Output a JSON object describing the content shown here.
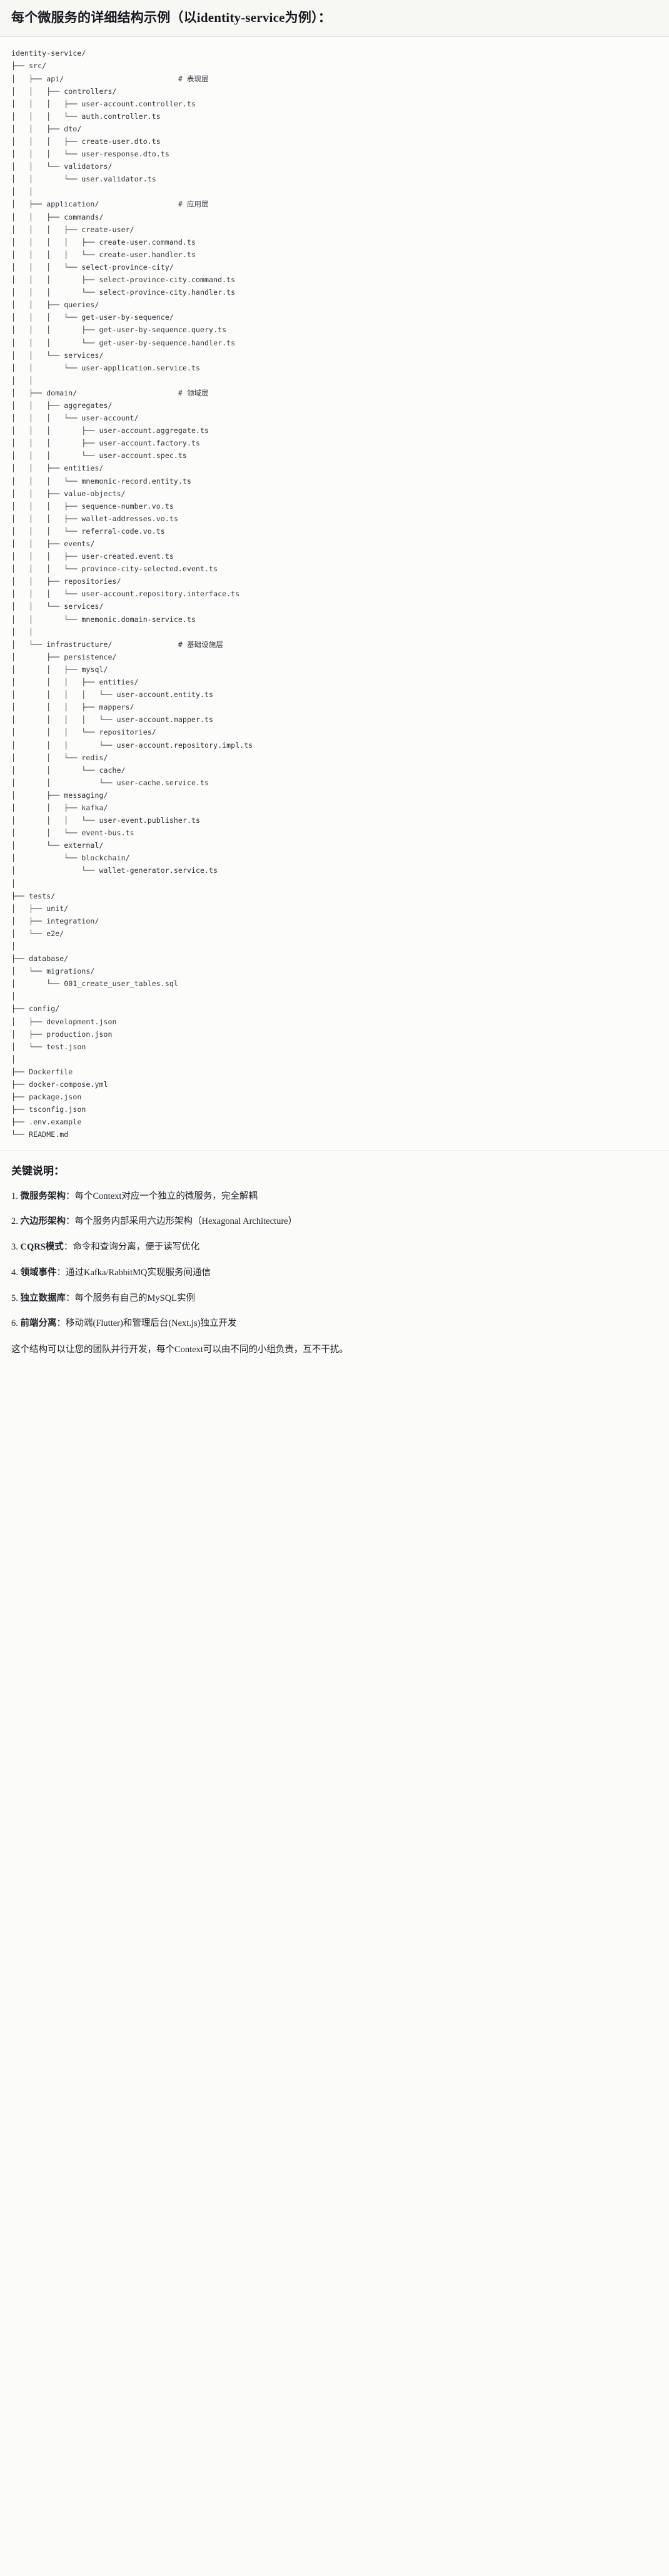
{
  "header": {
    "title": "每个微服务的详细结构示例（以identity-service为例）："
  },
  "tree": {
    "root_label": "identity-service/",
    "comments": {
      "api": "# 表现层",
      "application": "# 应用层",
      "domain": "# 领域层",
      "infrastructure": "# 基础设施层"
    },
    "text": "identity-service/\n├── src/\n│   ├── api/                          # 表现层\n│   │   ├── controllers/\n│   │   │   ├── user-account.controller.ts\n│   │   │   └── auth.controller.ts\n│   │   ├── dto/\n│   │   │   ├── create-user.dto.ts\n│   │   │   └── user-response.dto.ts\n│   │   └── validators/\n│   │       └── user.validator.ts\n│   │\n│   ├── application/                  # 应用层\n│   │   ├── commands/\n│   │   │   ├── create-user/\n│   │   │   │   ├── create-user.command.ts\n│   │   │   │   └── create-user.handler.ts\n│   │   │   └── select-province-city/\n│   │   │       ├── select-province-city.command.ts\n│   │   │       └── select-province-city.handler.ts\n│   │   ├── queries/\n│   │   │   └── get-user-by-sequence/\n│   │   │       ├── get-user-by-sequence.query.ts\n│   │   │       └── get-user-by-sequence.handler.ts\n│   │   └── services/\n│   │       └── user-application.service.ts\n│   │\n│   ├── domain/                       # 领域层\n│   │   ├── aggregates/\n│   │   │   └── user-account/\n│   │   │       ├── user-account.aggregate.ts\n│   │   │       ├── user-account.factory.ts\n│   │   │       └── user-account.spec.ts\n│   │   ├── entities/\n│   │   │   └── mnemonic-record.entity.ts\n│   │   ├── value-objects/\n│   │   │   ├── sequence-number.vo.ts\n│   │   │   ├── wallet-addresses.vo.ts\n│   │   │   └── referral-code.vo.ts\n│   │   ├── events/\n│   │   │   ├── user-created.event.ts\n│   │   │   └── province-city-selected.event.ts\n│   │   ├── repositories/\n│   │   │   └── user-account.repository.interface.ts\n│   │   └── services/\n│   │       └── mnemonic.domain-service.ts\n│   │\n│   └── infrastructure/               # 基础设施层\n│       ├── persistence/\n│       │   ├── mysql/\n│       │   │   ├── entities/\n│       │   │   │   └── user-account.entity.ts\n│       │   │   ├── mappers/\n│       │   │   │   └── user-account.mapper.ts\n│       │   │   └── repositories/\n│       │   │       └── user-account.repository.impl.ts\n│       │   └── redis/\n│       │       └── cache/\n│       │           └── user-cache.service.ts\n│       ├── messaging/\n│       │   ├── kafka/\n│       │   │   └── user-event.publisher.ts\n│       │   └── event-bus.ts\n│       └── external/\n│           └── blockchain/\n│               └── wallet-generator.service.ts\n│\n├── tests/\n│   ├── unit/\n│   ├── integration/\n│   └── e2e/\n│\n├── database/\n│   └── migrations/\n│       └── 001_create_user_tables.sql\n│\n├── config/\n│   ├── development.json\n│   ├── production.json\n│   └── test.json\n│\n├── Dockerfile\n├── docker-compose.yml\n├── package.json\n├── tsconfig.json\n├── .env.example\n└── README.md"
  },
  "notes": {
    "heading": "关键说明：",
    "items": [
      {
        "term": "微服务架构",
        "desc": "：每个Context对应一个独立的微服务，完全解耦"
      },
      {
        "term": "六边形架构",
        "desc": "：每个服务内部采用六边形架构（Hexagonal Architecture）"
      },
      {
        "term": "CQRS模式",
        "desc": "：命令和查询分离，便于读写优化"
      },
      {
        "term": "领域事件",
        "desc": "：通过Kafka/RabbitMQ实现服务间通信"
      },
      {
        "term": "独立数据库",
        "desc": "：每个服务有自己的MySQL实例"
      },
      {
        "term": "前端分离",
        "desc": "：移动端(Flutter)和管理后台(Next.js)独立开发"
      }
    ],
    "closing": "这个结构可以让您的团队并行开发，每个Context可以由不同的小组负责，互不干扰。"
  }
}
